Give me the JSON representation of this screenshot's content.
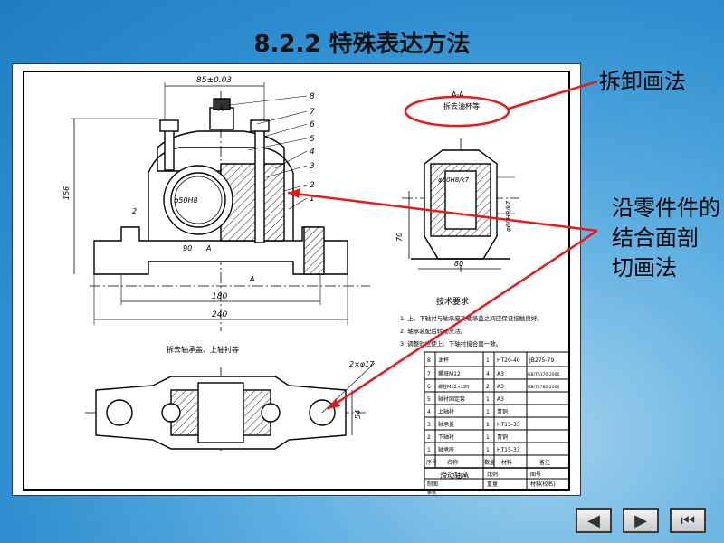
{
  "slide": {
    "title": "8.2.2 特殊表达方法",
    "label_disassembly": "拆卸画法",
    "label_section_lines": [
      "沿零件件的",
      "结合面剖",
      "切画法"
    ]
  },
  "drawing": {
    "dims": {
      "top_width": "85±0.03",
      "height_156": "156",
      "bore": "φ50H8",
      "dim_180": "180",
      "dim_240": "240",
      "dim_70": "70",
      "dim_80": "80",
      "dim_54": "54",
      "holes": "2×φ17",
      "fit_1": "φ60H8/k7",
      "fit_2": "φ60H8/k7",
      "small_2": "2",
      "small_90": "90",
      "letter_a": "A",
      "letter_a2": "A",
      "letter_a3": "A"
    },
    "balloons": [
      "8",
      "7",
      "6",
      "5",
      "4",
      "3",
      "2",
      "1"
    ],
    "side_view": {
      "section_label": "A-A",
      "caption": "拆去油杯等"
    },
    "bottom_view_caption": "拆去轴承盖、上轴衬等",
    "tech_req": {
      "title": "技术要求",
      "items": [
        "1. 上、下轴衬与轴承座及轴承盖之间应保证接触良好。",
        "2. 轴承装配后转动灵活。",
        "3. 调整时应使上、下轴衬接合面一致。"
      ]
    },
    "parts_table": [
      [
        "8",
        "油杯",
        "1",
        "HT20-40",
        "JB275-79"
      ],
      [
        "7",
        "螺母M12",
        "4",
        "A3",
        "GB/T6170-2000"
      ],
      [
        "6",
        "螺栓M12×120",
        "2",
        "A3",
        "GB/T5782-2000"
      ],
      [
        "5",
        "轴衬固定套",
        "1",
        "A3",
        ""
      ],
      [
        "4",
        "上轴衬",
        "1",
        "青铜",
        ""
      ],
      [
        "3",
        "轴承盖",
        "1",
        "HT15-33",
        ""
      ],
      [
        "2",
        "下轴衬",
        "1",
        "青铜",
        ""
      ],
      [
        "1",
        "轴承座",
        "1",
        "HT15-33",
        ""
      ]
    ],
    "table_header": [
      "序号",
      "名称",
      "数量",
      "材料",
      "备注"
    ],
    "title_block": {
      "name": "滑动轴承",
      "scale_label": "比例",
      "weight_label": "重量",
      "drawing_no": "图号",
      "material": "材料",
      "school": "(校名)",
      "drawn": "制图",
      "checked": "审核"
    }
  },
  "nav": {
    "prev_label": "◀",
    "next_label": "▶",
    "end_label": "⏮"
  },
  "colors": {
    "annotation": "#e8191a",
    "background": "#2f8fd0"
  }
}
